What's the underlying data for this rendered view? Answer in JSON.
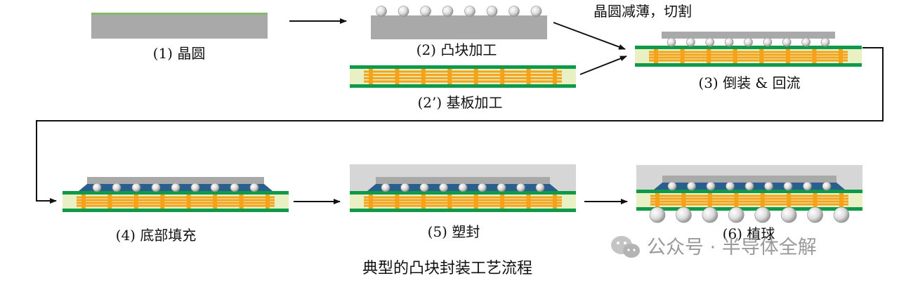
{
  "steps": {
    "s1": "(1)  晶圆",
    "s2": "(2)  凸块加工",
    "s2p": "(2’)  基板加工",
    "s3": "(3)  倒装 & 回流",
    "s4": "(4)  底部填充",
    "s5": "(5)  塑封",
    "s6": "(6)  植球"
  },
  "annotation": "晶圆减薄，切割",
  "caption": "典型的凸块封装工艺流程",
  "watermark": {
    "text": "公众号 · 半导体全解",
    "icon": "wechat-icon"
  },
  "colors": {
    "die": "#a9a9a9",
    "substrate": "#e9f0c4",
    "green": "#0f9a4a",
    "copper": "#f5a21b",
    "bump": "#e6e6e6",
    "underfill": "#2a5e8c",
    "mold": "#d6d6d6"
  }
}
